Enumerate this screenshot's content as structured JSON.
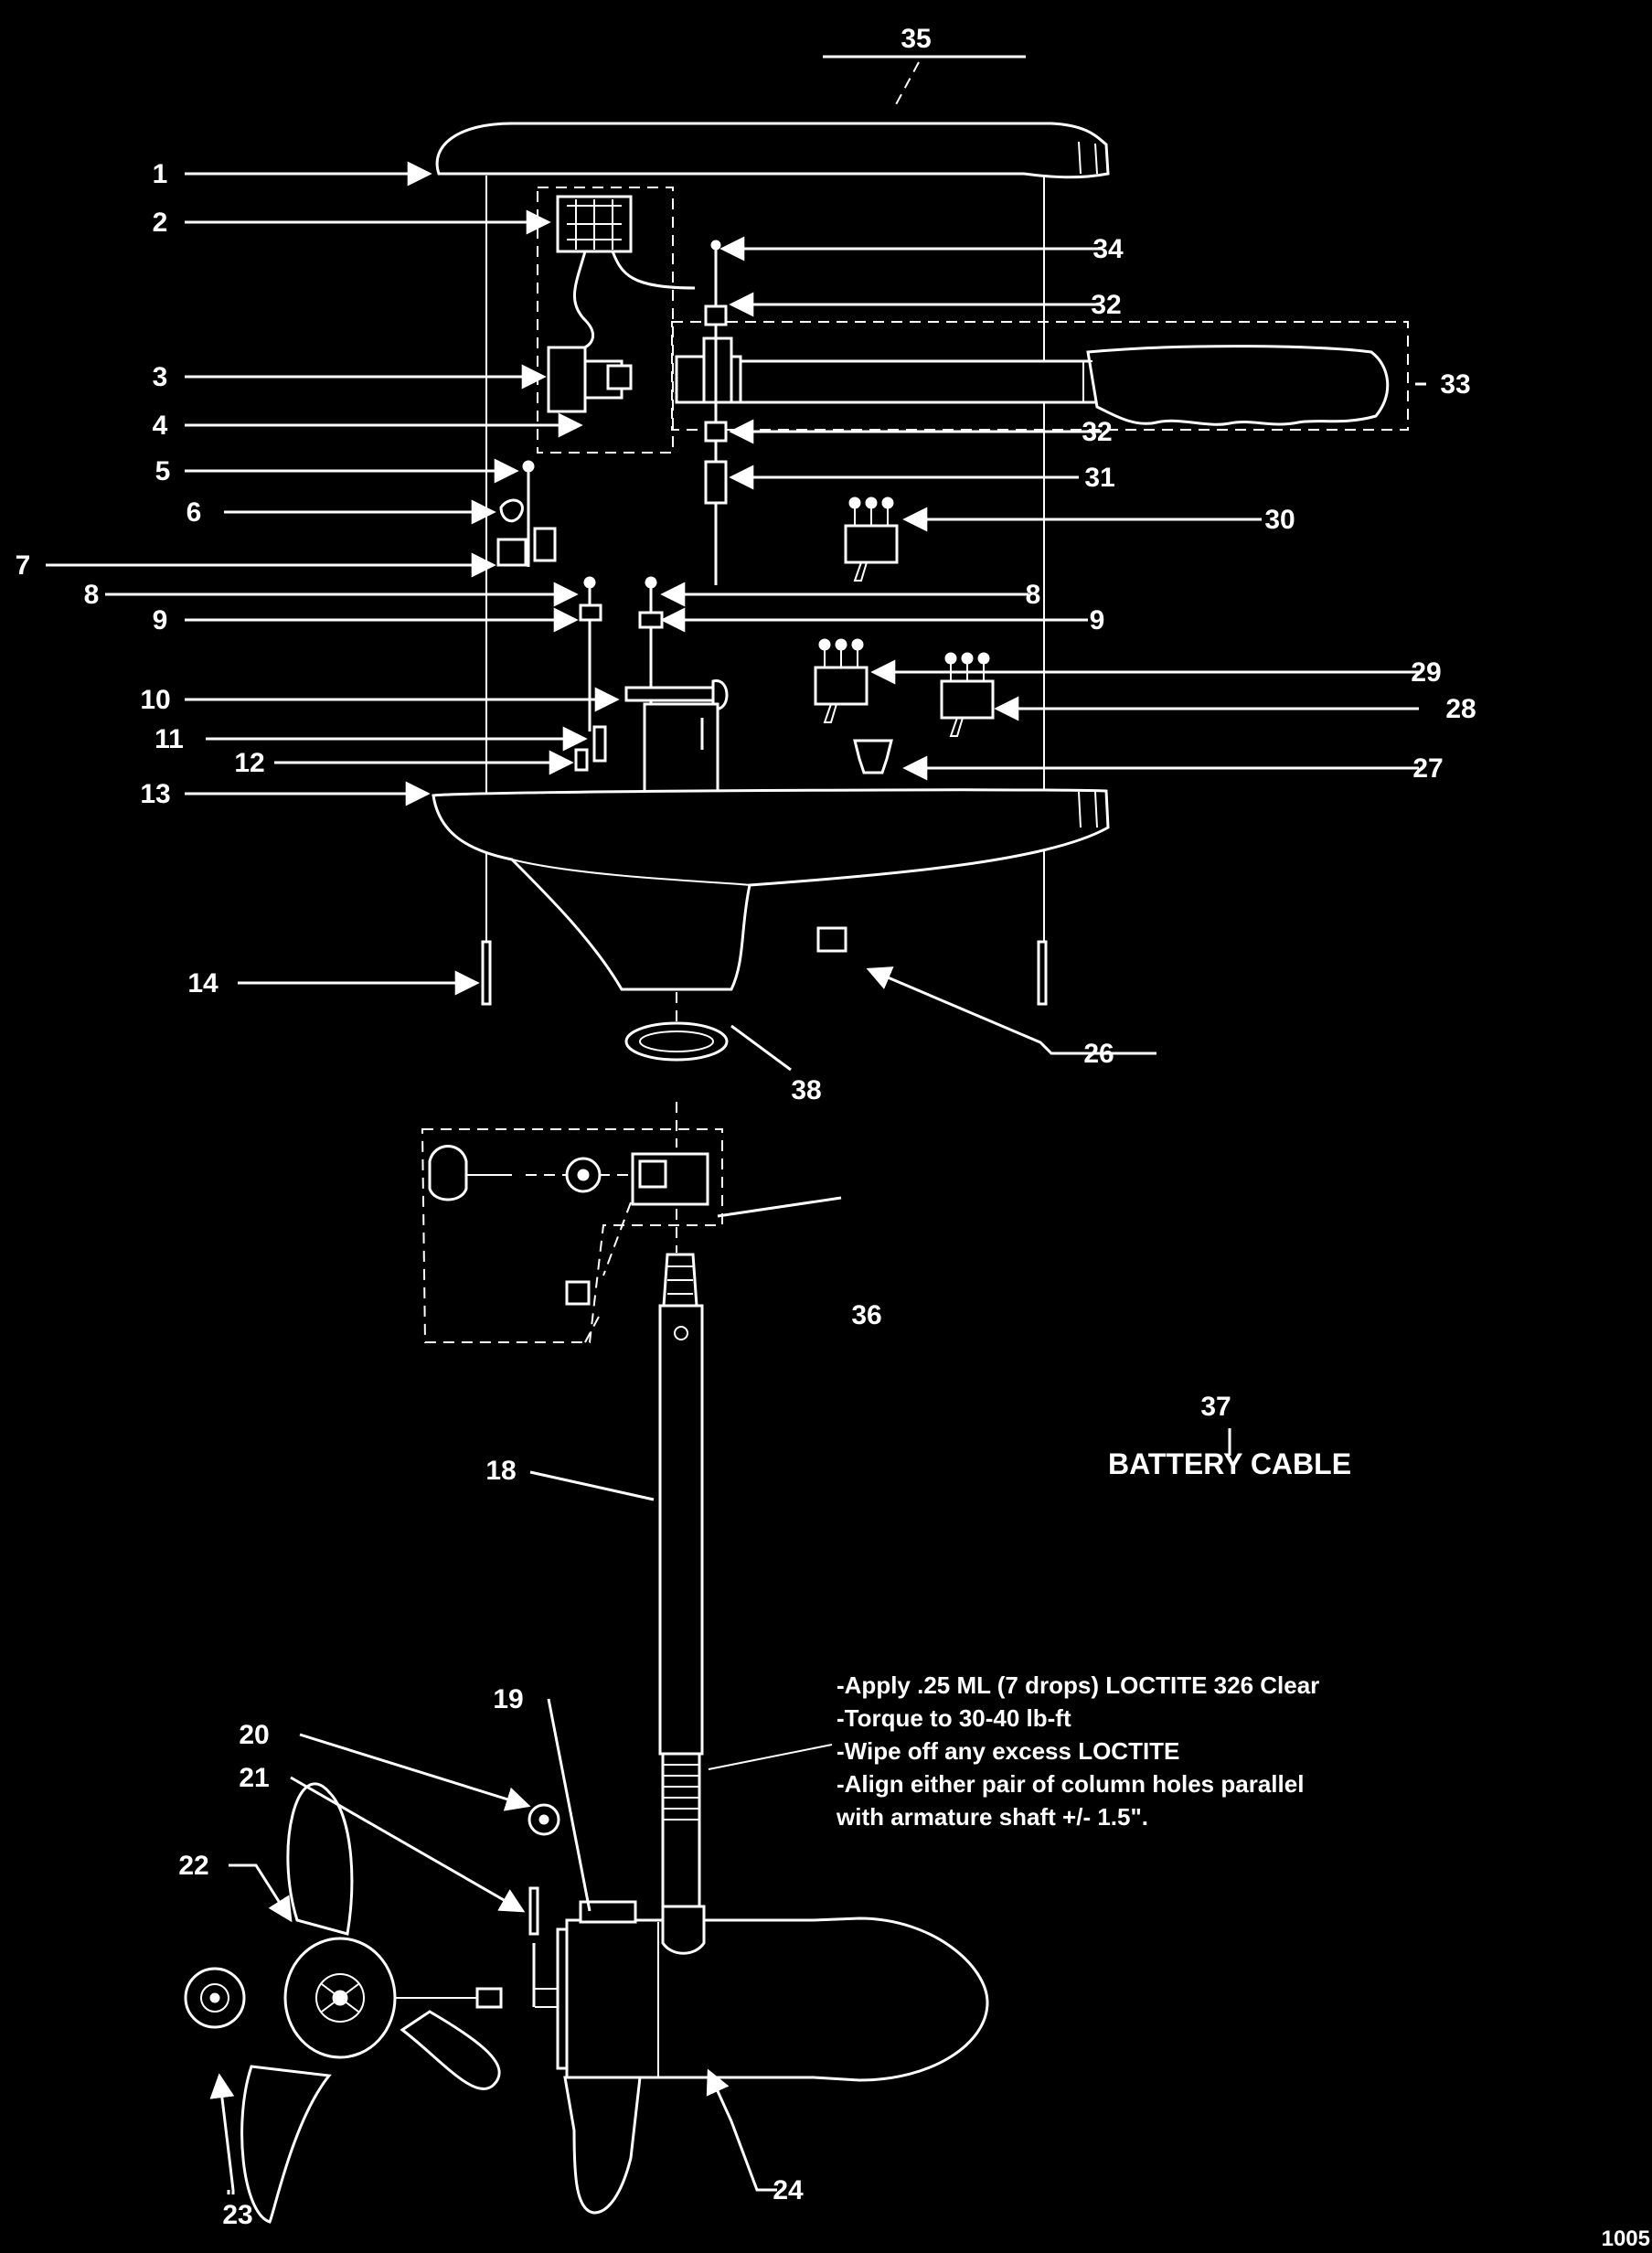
{
  "diagram": {
    "callouts": {
      "c1": "1",
      "c2": "2",
      "c3": "3",
      "c4": "4",
      "c5": "5",
      "c6": "6",
      "c7": "7",
      "c8a": "8",
      "c8b": "8",
      "c9a": "9",
      "c9b": "9",
      "c10": "10",
      "c11": "11",
      "c12": "12",
      "c13": "13",
      "c14": "14",
      "c18": "18",
      "c19": "19",
      "c20": "20",
      "c21": "21",
      "c22": "22",
      "c23": "23",
      "c24": "24",
      "c26": "26",
      "c27": "27",
      "c28": "28",
      "c29": "29",
      "c30": "30",
      "c31": "31",
      "c32a": "32",
      "c32b": "32",
      "c33": "33",
      "c34": "34",
      "c35": "35",
      "c36": "36",
      "c37": "37",
      "c38": "38"
    },
    "battery_cable_label": "BATTERY CABLE",
    "instructions": [
      "-Apply .25 ML (7 drops) LOCTITE 326 Clear",
      "-Torque to 30-40 lb-ft",
      "-Wipe off any excess LOCTITE",
      "-Align either pair of column holes parallel",
      "with armature shaft +/- 1.5\"."
    ],
    "figure_code": "1005"
  }
}
